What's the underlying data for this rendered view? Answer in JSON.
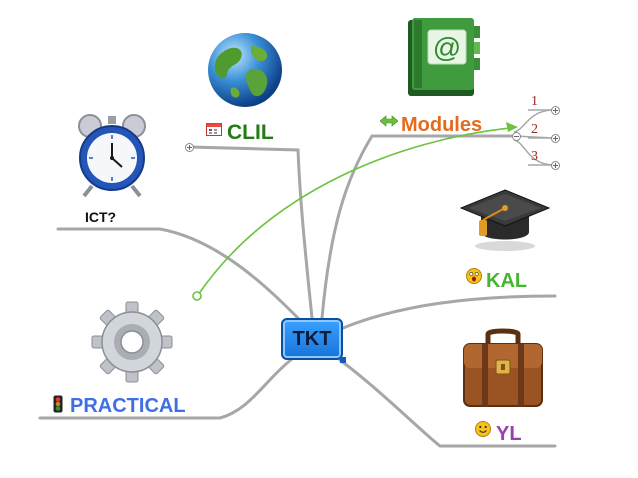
{
  "central_topic": "TKT",
  "branches": {
    "clil": "CLIL",
    "modules": "Modules",
    "ict": "ICT?",
    "kal": "KAL",
    "practical": "PRACTICAL",
    "yl": "YL"
  },
  "module_subtopics": [
    "1",
    "2",
    "3"
  ],
  "colors": {
    "branch_line": "#a7a7a7",
    "relationship_arrow": "#6cc33d",
    "center_fill": "#2b8cf0",
    "clil": "#237b16",
    "modules": "#e56b1c",
    "ict": "#111111",
    "kal": "#43b72e",
    "practical": "#3f6fe6",
    "yl": "#9a3fb0"
  },
  "icons": {
    "clil": "globe-icon",
    "modules": "address-book-icon",
    "ict": "alarm-clock-icon",
    "kal": "graduation-cap-icon",
    "practical": "gear-icon",
    "yl": "briefcase-icon",
    "clil_marker": "calendar-icon",
    "modules_marker": "double-arrow-icon",
    "kal_marker": "surprised-smiley-icon",
    "practical_marker": "traffic-light-icon",
    "yl_marker": "smiley-icon"
  }
}
